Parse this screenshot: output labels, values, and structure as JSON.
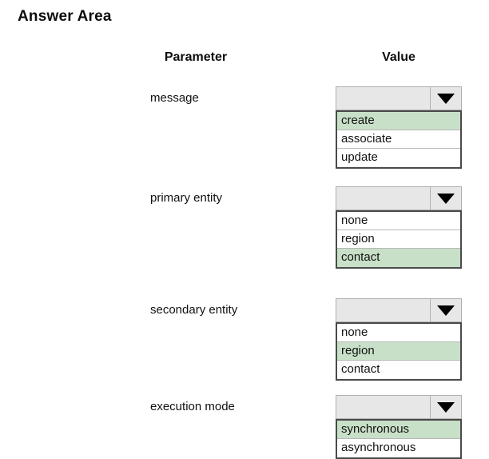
{
  "page": {
    "title": "Answer Area",
    "accent_selected_color": "#c8e0c8",
    "control_fill_color": "#e7e7e7",
    "list_border_color": "#4a4a4a"
  },
  "table": {
    "headers": {
      "parameter": "Parameter",
      "value": "Value"
    },
    "rows": [
      {
        "label": "message",
        "dropdown": {
          "selected_value": "",
          "arrow_icon": "chevron-down-icon",
          "options": [
            {
              "label": "create",
              "selected": true
            },
            {
              "label": "associate",
              "selected": false
            },
            {
              "label": "update",
              "selected": false
            }
          ]
        }
      },
      {
        "label": "primary entity",
        "dropdown": {
          "selected_value": "",
          "arrow_icon": "chevron-down-icon",
          "options": [
            {
              "label": "none",
              "selected": false
            },
            {
              "label": "region",
              "selected": false
            },
            {
              "label": "contact",
              "selected": true
            }
          ]
        }
      },
      {
        "label": "secondary entity",
        "dropdown": {
          "selected_value": "",
          "arrow_icon": "chevron-down-icon",
          "options": [
            {
              "label": "none",
              "selected": false
            },
            {
              "label": "region",
              "selected": true
            },
            {
              "label": "contact",
              "selected": false
            }
          ]
        }
      },
      {
        "label": "execution mode",
        "dropdown": {
          "selected_value": "",
          "arrow_icon": "chevron-down-icon",
          "options": [
            {
              "label": "synchronous",
              "selected": true
            },
            {
              "label": "asynchronous",
              "selected": false
            }
          ]
        }
      }
    ]
  },
  "layout": {
    "row_tops": [
      108,
      233,
      373,
      494
    ]
  }
}
